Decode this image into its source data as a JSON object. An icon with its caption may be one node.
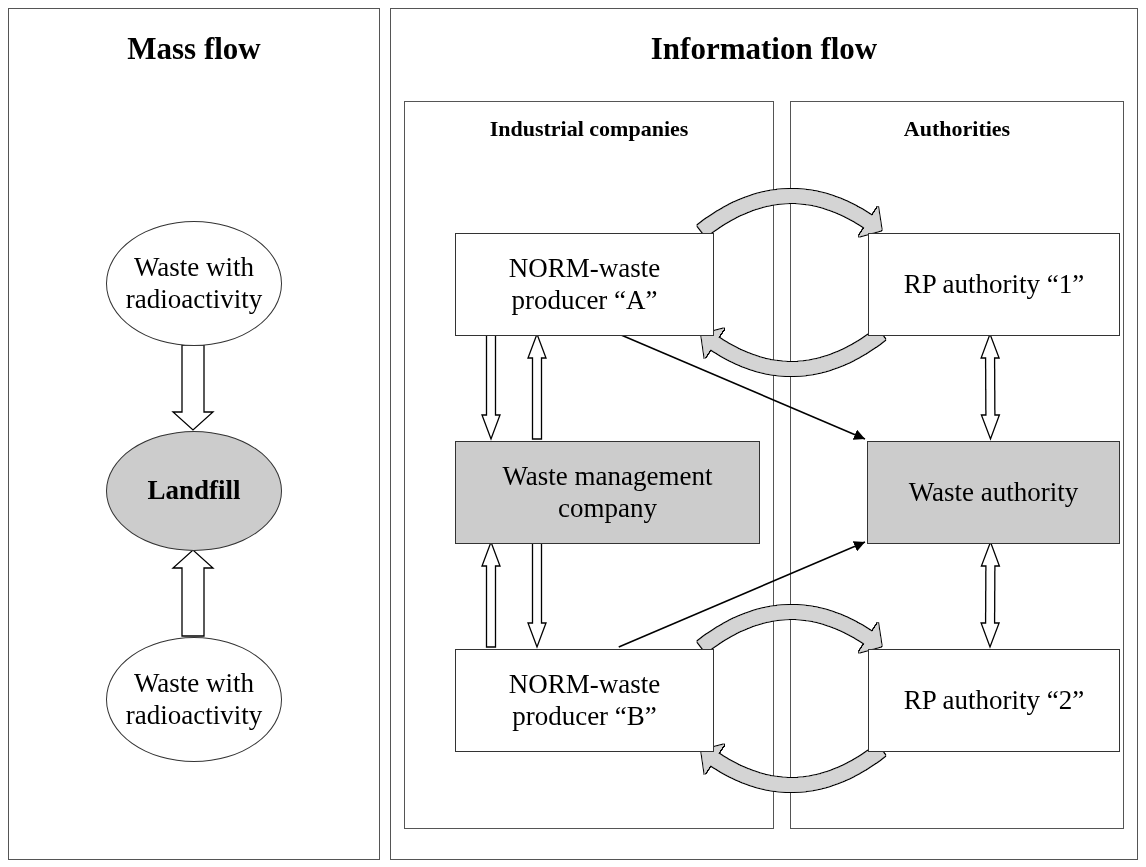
{
  "diagram": {
    "nodes": [
      {
        "text": [
          "Mass flow"
        ]
      },
      {
        "text": [
          "Waste with radioactivity"
        ],
        "in": 0
      },
      {
        "text": [
          "Landfill"
        ],
        "in": 0
      },
      {
        "text": [
          "Waste with radioactivity"
        ],
        "in": 0
      },
      {
        "text": [
          "Information flow"
        ]
      },
      {
        "text": [
          "Industrial companies"
        ],
        "in": 4
      },
      {
        "text": [
          "NORM-waste producer “A”"
        ],
        "in": 5
      },
      {
        "text": [
          "Waste management company"
        ],
        "in": 5
      },
      {
        "text": [
          "NORM-waste producer “B”"
        ],
        "in": 5
      },
      {
        "text": [
          "Authorities"
        ],
        "in": 4
      },
      {
        "text": [
          "RP authority “1”"
        ],
        "in": 9
      },
      {
        "text": [
          "Waste authority"
        ],
        "in": 9
      },
      {
        "text": [
          "RP authority “2”"
        ],
        "in": 9
      }
    ],
    "edges": [
      {
        "from": 1,
        "to": 2,
        "arrow": "to"
      },
      {
        "from": 3,
        "to": 2,
        "arrow": "to"
      },
      {
        "from": 6,
        "to": 7,
        "arrow": "to"
      },
      {
        "from": 7,
        "to": 6,
        "arrow": "to"
      },
      {
        "from": 7,
        "to": 8,
        "arrow": "to"
      },
      {
        "from": 8,
        "to": 7,
        "arrow": "to"
      },
      {
        "from": 6,
        "to": 10,
        "arrow": "to"
      },
      {
        "from": 10,
        "to": 6,
        "arrow": "to"
      },
      {
        "from": 8,
        "to": 12,
        "arrow": "to"
      },
      {
        "from": 12,
        "to": 8,
        "arrow": "to"
      },
      {
        "from": 6,
        "to": 11,
        "arrow": "to",
        "color": "#000000"
      },
      {
        "from": 8,
        "to": 11,
        "arrow": "to",
        "color": "#000000"
      },
      {
        "from": 10,
        "to": 11,
        "arrow": "both"
      },
      {
        "from": 11,
        "to": 12,
        "arrow": "both"
      }
    ]
  }
}
